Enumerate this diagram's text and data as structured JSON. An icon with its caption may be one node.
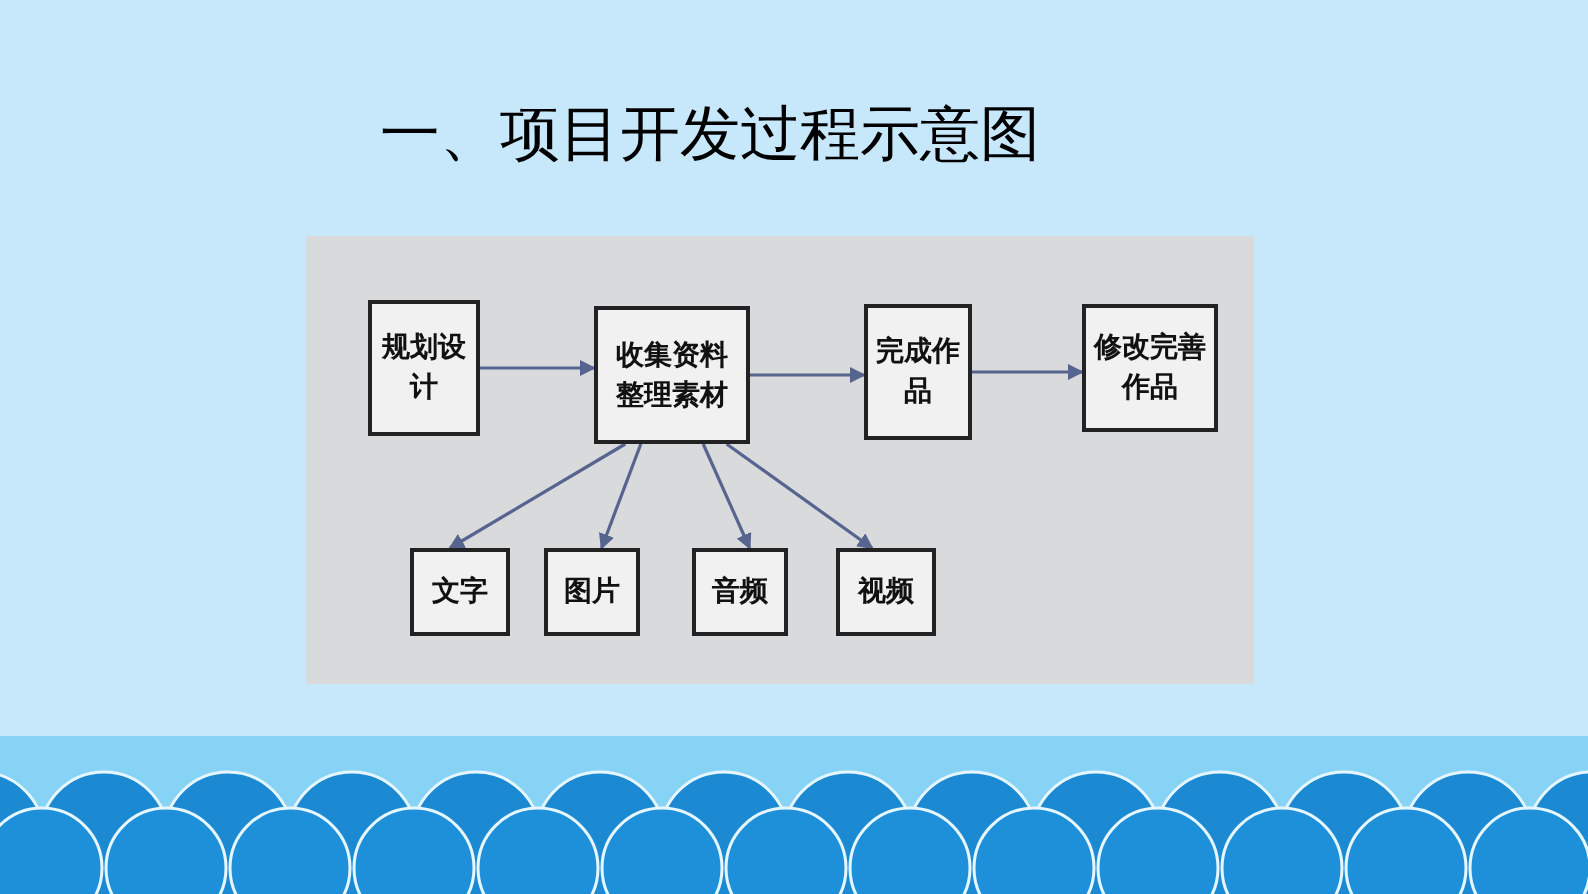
{
  "diagram": {
    "title": "一、项目开发过程示意图",
    "nodes": [
      {
        "text": [
          "规划设计"
        ]
      },
      {
        "text": [
          "收集资料整理素材"
        ]
      },
      {
        "text": [
          "完成作品"
        ]
      },
      {
        "text": [
          "修改完善作品"
        ]
      },
      {
        "text": [
          "文字"
        ]
      },
      {
        "text": [
          "图片"
        ]
      },
      {
        "text": [
          "音频"
        ]
      },
      {
        "text": [
          "视频"
        ]
      }
    ],
    "edges": [
      {
        "from": 0,
        "to": 1,
        "arrow": "to"
      },
      {
        "from": 1,
        "to": 2,
        "arrow": "to"
      },
      {
        "from": 2,
        "to": 3,
        "arrow": "to"
      },
      {
        "from": 1,
        "to": 4,
        "arrow": "to"
      },
      {
        "from": 1,
        "to": 5,
        "arrow": "to"
      },
      {
        "from": 1,
        "to": 6,
        "arrow": "to"
      },
      {
        "from": 1,
        "to": 7,
        "arrow": "to"
      }
    ]
  }
}
